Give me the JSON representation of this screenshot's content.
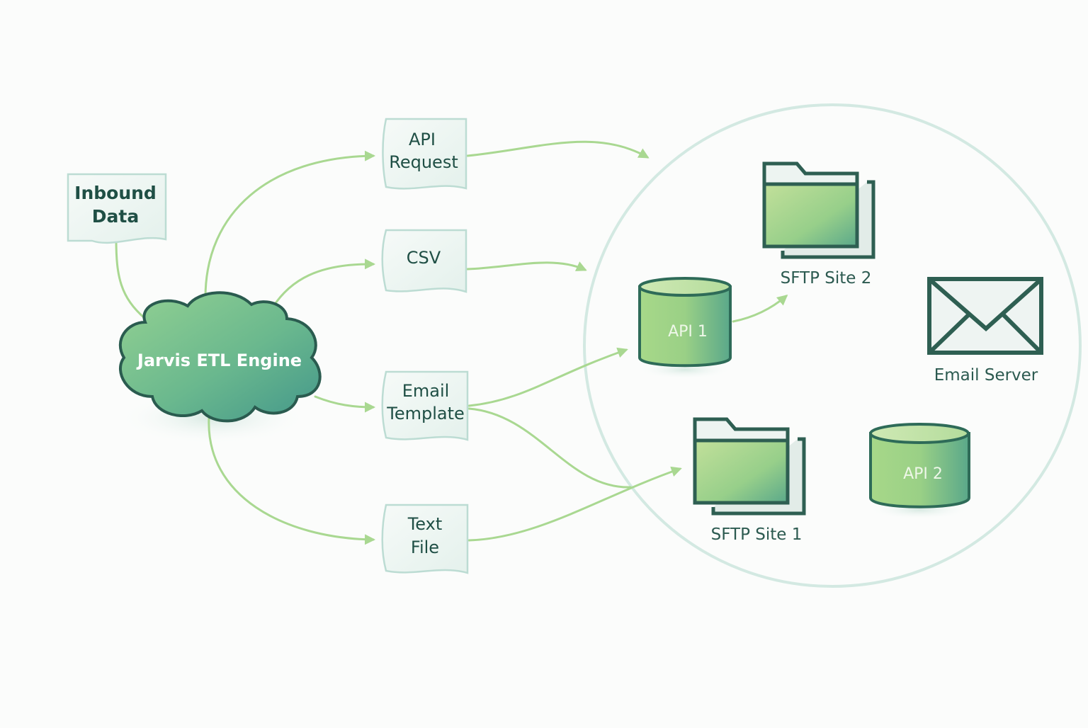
{
  "diagram": {
    "title": "Jarvis ETL data flow",
    "source": {
      "id": "inbound",
      "label_lines": [
        "Inbound",
        "Data"
      ]
    },
    "engine": {
      "id": "engine",
      "label": "Jarvis ETL Engine"
    },
    "formats": [
      {
        "id": "api-request",
        "label_lines": [
          "API",
          "Request"
        ]
      },
      {
        "id": "csv",
        "label_lines": [
          "CSV"
        ]
      },
      {
        "id": "email-template",
        "label_lines": [
          "Email",
          "Template"
        ]
      },
      {
        "id": "text-file",
        "label_lines": [
          "Text",
          "File"
        ]
      }
    ],
    "destinations": [
      {
        "id": "api-1",
        "type": "database",
        "label": "API 1"
      },
      {
        "id": "sftp-site-2",
        "type": "folder",
        "label": "SFTP Site 2"
      },
      {
        "id": "email-server",
        "type": "envelope",
        "label": "Email Server"
      },
      {
        "id": "sftp-site-1",
        "type": "folder",
        "label": "SFTP Site 1"
      },
      {
        "id": "api-2",
        "type": "database",
        "label": "API 2"
      }
    ],
    "edges": [
      {
        "from": "inbound",
        "to": "engine"
      },
      {
        "from": "engine",
        "to": "api-request"
      },
      {
        "from": "engine",
        "to": "csv"
      },
      {
        "from": "engine",
        "to": "email-template"
      },
      {
        "from": "engine",
        "to": "text-file"
      },
      {
        "from": "api-request",
        "to": "destination-zone"
      },
      {
        "from": "csv",
        "to": "destination-zone"
      },
      {
        "from": "email-template",
        "to": "api-1"
      },
      {
        "from": "email-template",
        "to": "sftp-site-1"
      },
      {
        "from": "text-file",
        "to": "sftp-site-1"
      },
      {
        "from": "api-1",
        "to": "sftp-site-2"
      }
    ],
    "colors": {
      "edge": "#a9d891",
      "box_border": "#bcdcd3",
      "box_fill": "#eef6f3",
      "text_dark": "#1f4f45",
      "icon_stroke": "#2e5f52",
      "cloud_light": "#86c98c",
      "cloud_dark": "#4a9a8a",
      "zone_stroke": "#d3e9e2"
    }
  }
}
